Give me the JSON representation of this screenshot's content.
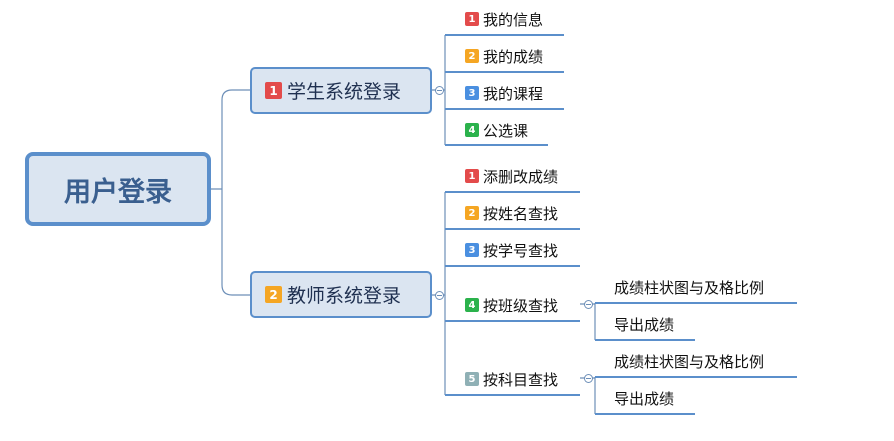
{
  "colors": {
    "red": "#e34b4b",
    "orange": "#f5a623",
    "blue": "#4a8fe0",
    "green": "#2bb24c",
    "gray": "#8fb0b5",
    "line": "#5b8fcb"
  },
  "root": {
    "label": "用户登录"
  },
  "student": {
    "badge": "1",
    "label": "学生系统登录",
    "items": [
      {
        "badge": "1",
        "label": "我的信息"
      },
      {
        "badge": "2",
        "label": "我的成绩"
      },
      {
        "badge": "3",
        "label": "我的课程"
      },
      {
        "badge": "4",
        "label": "公选课"
      }
    ]
  },
  "teacher": {
    "badge": "2",
    "label": "教师系统登录",
    "items": [
      {
        "badge": "1",
        "label": "添删改成绩"
      },
      {
        "badge": "2",
        "label": "按姓名查找"
      },
      {
        "badge": "3",
        "label": "按学号查找"
      },
      {
        "badge": "4",
        "label": "按班级查找",
        "children": [
          "成绩柱状图与及格比例",
          "导出成绩"
        ]
      },
      {
        "badge": "5",
        "label": "按科目查找",
        "children": [
          "成绩柱状图与及格比例",
          "导出成绩"
        ]
      }
    ]
  }
}
